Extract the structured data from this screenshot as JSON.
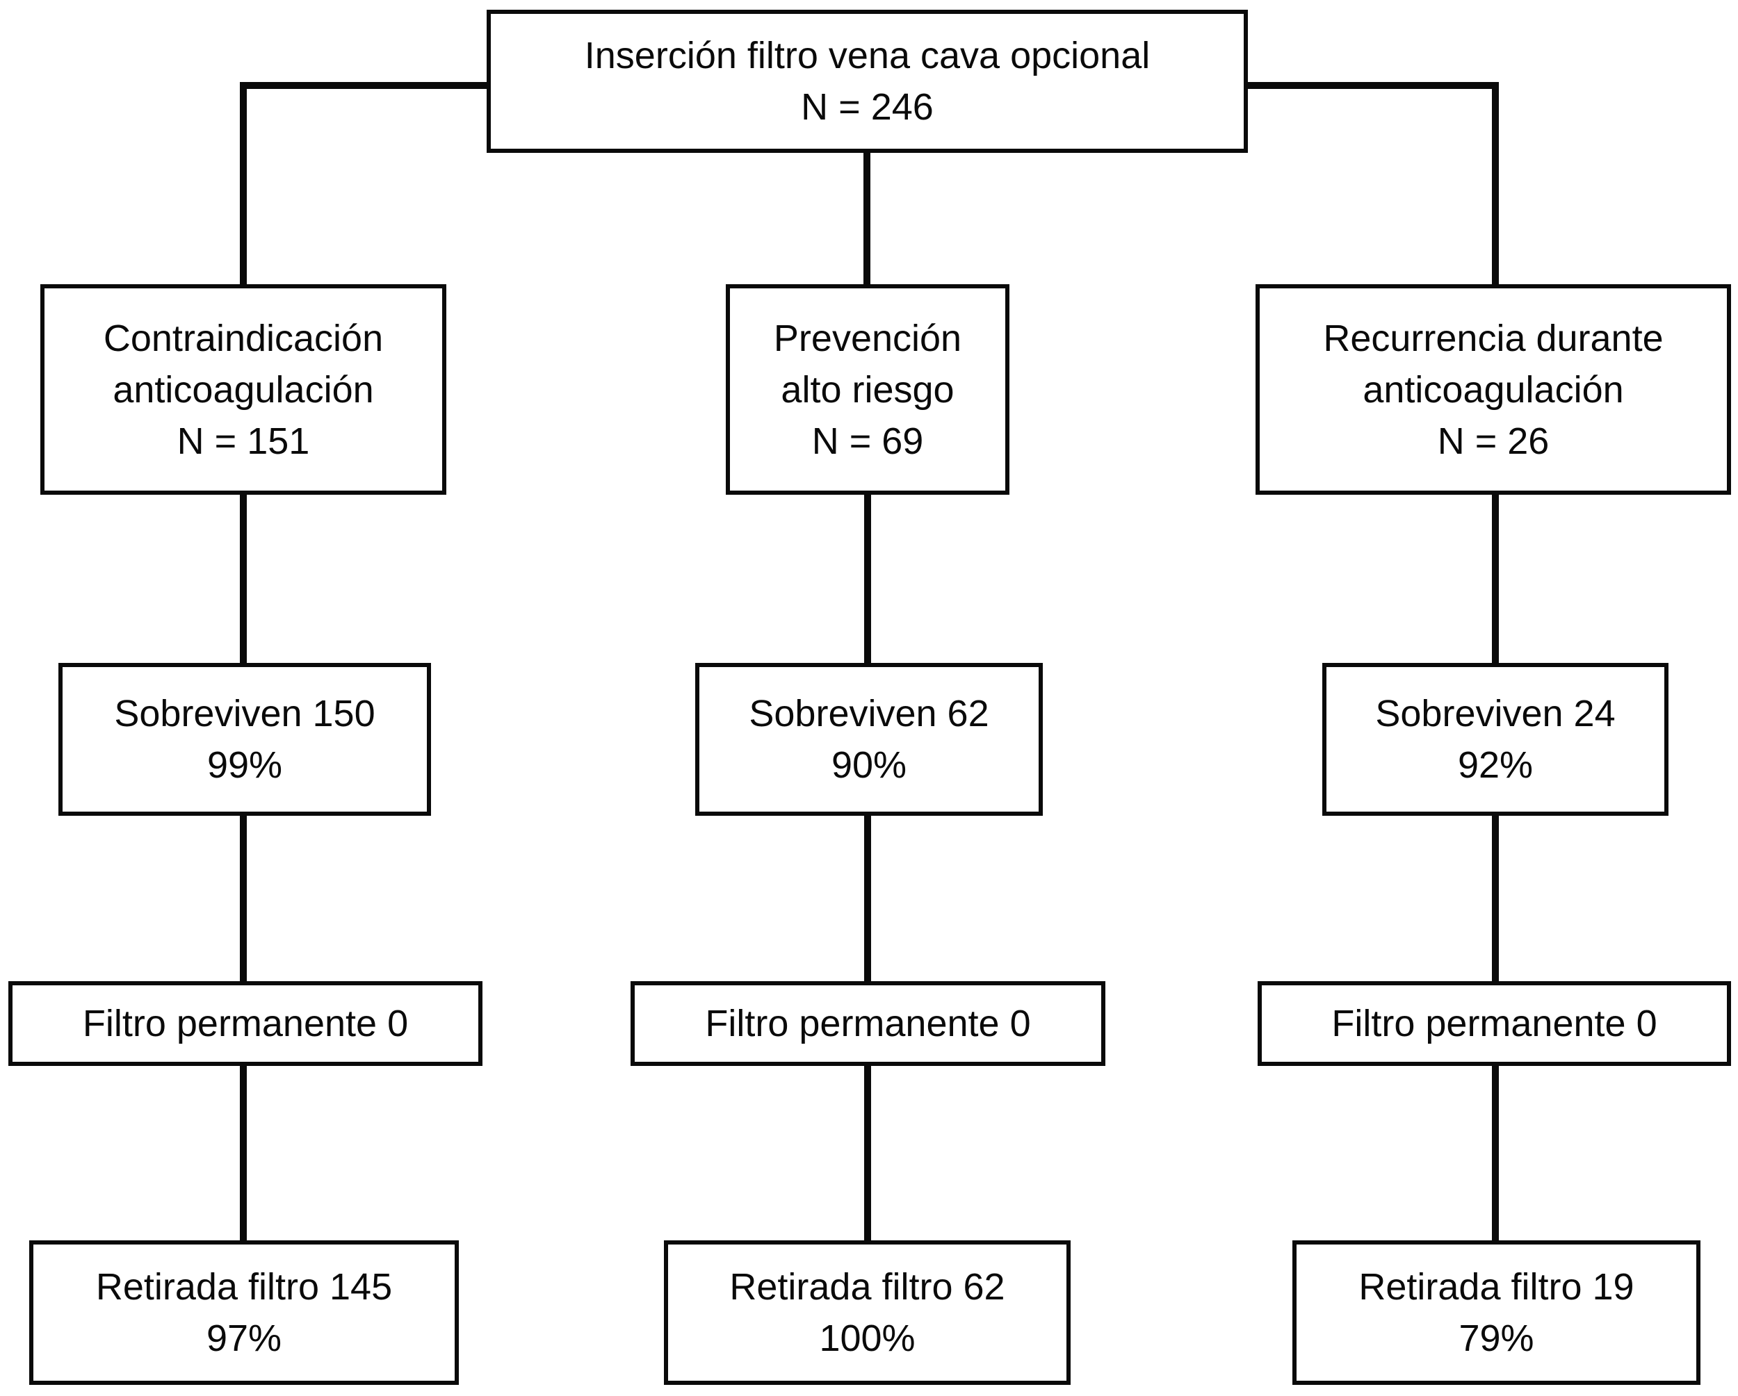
{
  "flowchart": {
    "root": {
      "label": "Inserción filtro vena cava opcional",
      "n": "N = 246"
    },
    "branches": [
      {
        "indication_line1": "Contraindicación",
        "indication_line2": "anticoagulación",
        "indication_n": "N = 151",
        "survival": "Sobreviven 150",
        "survival_pct": "99%",
        "permanent_filter": "Filtro permanente 0",
        "retrieval": "Retirada filtro 145",
        "retrieval_pct": "97%"
      },
      {
        "indication_line1": "Prevención",
        "indication_line2": "alto riesgo",
        "indication_n": "N = 69",
        "survival": "Sobreviven 62",
        "survival_pct": "90%",
        "permanent_filter": "Filtro permanente 0",
        "retrieval": "Retirada filtro 62",
        "retrieval_pct": "100%"
      },
      {
        "indication_line1": "Recurrencia durante",
        "indication_line2": "anticoagulación",
        "indication_n": "N = 26",
        "survival": "Sobreviven 24",
        "survival_pct": "92%",
        "permanent_filter": "Filtro permanente 0",
        "retrieval": "Retirada filtro 19",
        "retrieval_pct": "79%"
      }
    ],
    "colors": {
      "line": "#0a0a0a",
      "box_border": "#0a0a0a",
      "background": "#ffffff",
      "text": "#0a0a0a"
    }
  }
}
